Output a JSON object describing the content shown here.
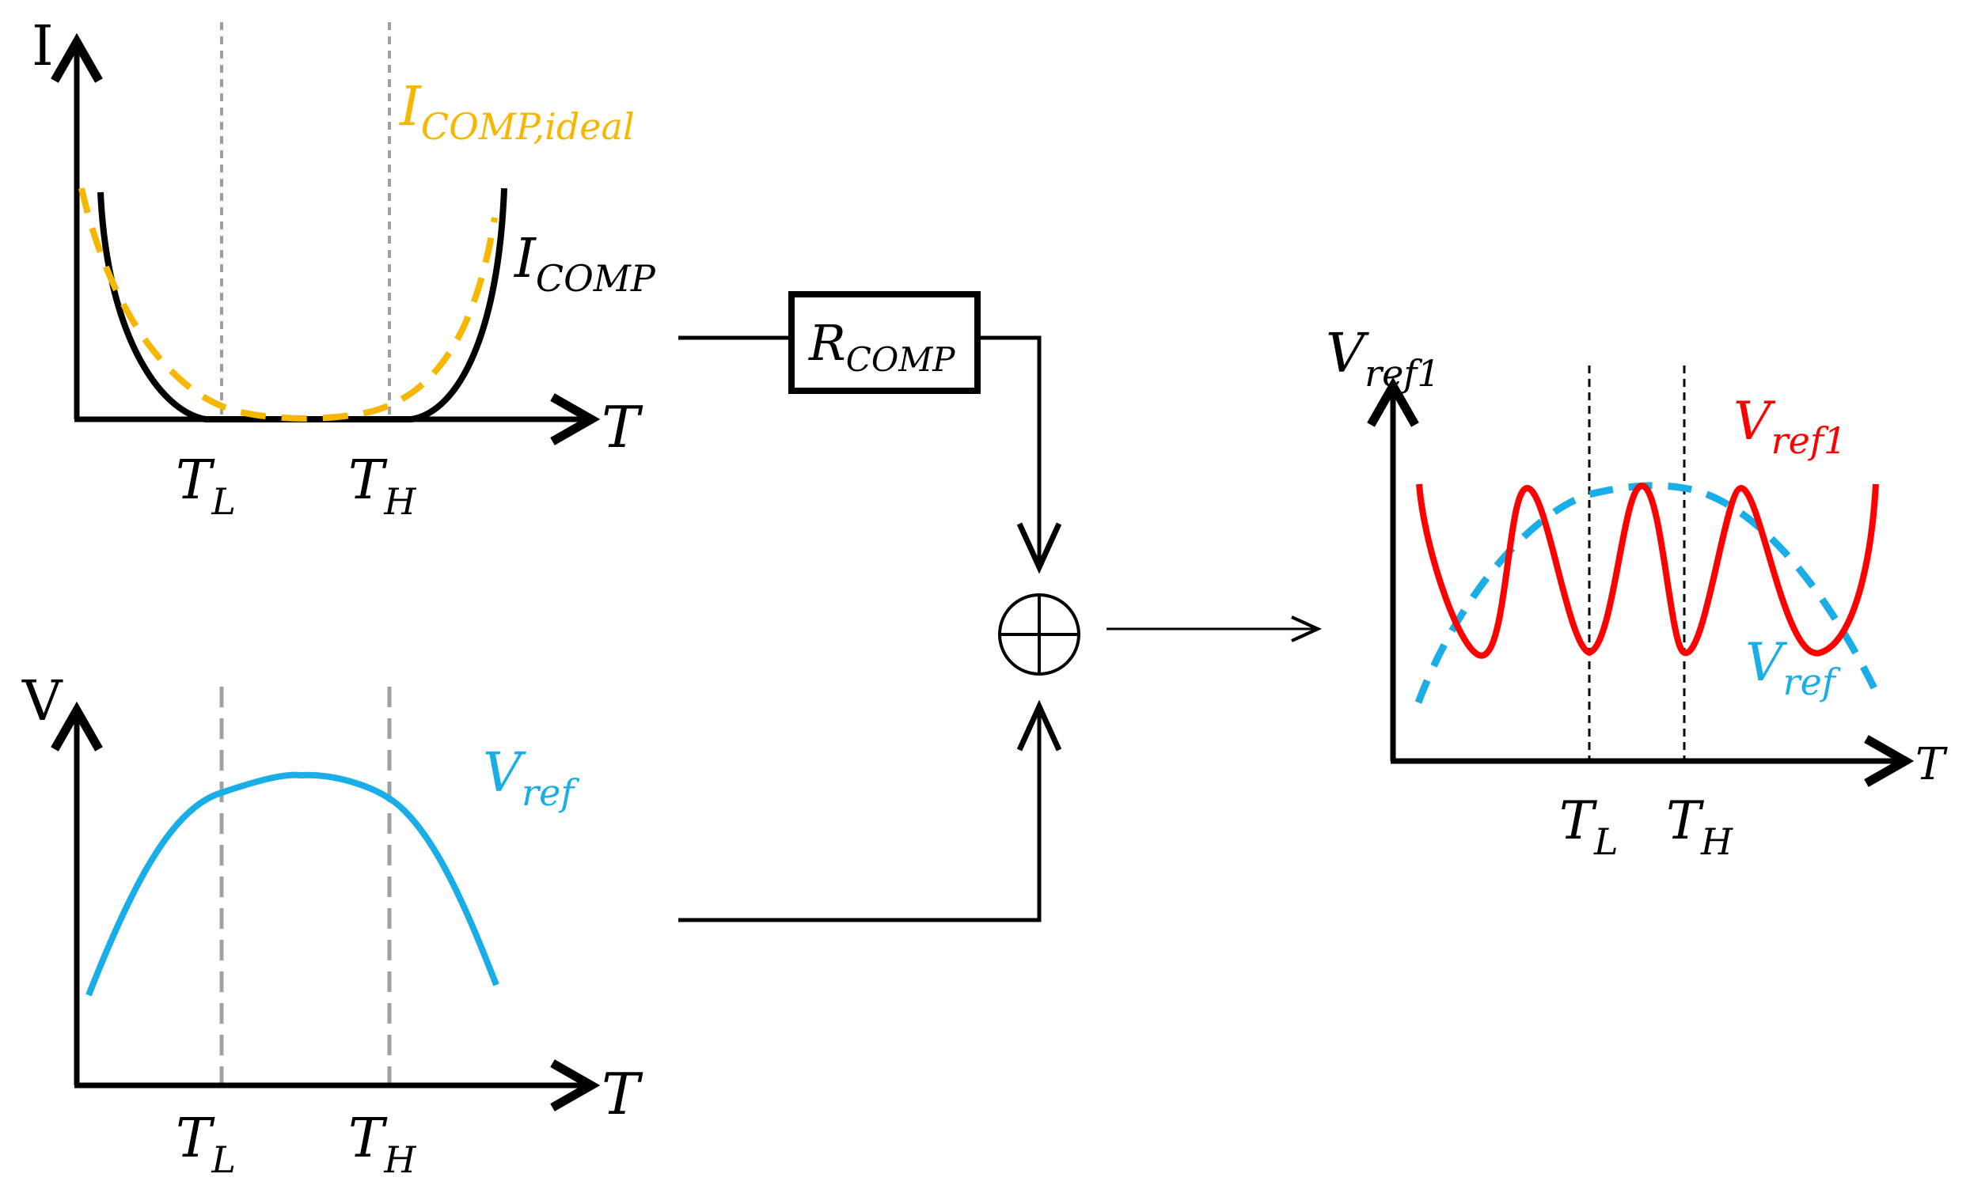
{
  "colors": {
    "axis": "#000000",
    "ideal": "#f5b700",
    "vref": "#1aaee8",
    "vref1": "#ff0000",
    "guide": "#a0a0a0",
    "guide_dark": "#000000"
  },
  "top_plot": {
    "y_axis": "I",
    "x_axis": "T",
    "tick_low": {
      "main": "T",
      "sub": "L"
    },
    "tick_high": {
      "main": "T",
      "sub": "H"
    },
    "curve_ideal": {
      "main": "I",
      "sub": "COMP,ideal"
    },
    "curve_real": {
      "main": "I",
      "sub": "COMP"
    }
  },
  "resistor": {
    "main": "R",
    "sub": "COMP"
  },
  "summer": {
    "symbol": "circle-plus-icon"
  },
  "bottom_plot": {
    "y_axis": "V",
    "x_axis": "T",
    "tick_low": {
      "main": "T",
      "sub": "L"
    },
    "tick_high": {
      "main": "T",
      "sub": "H"
    },
    "curve": {
      "main": "V",
      "sub": "ref"
    }
  },
  "result_plot": {
    "y_axis": {
      "main": "V",
      "sub": "ref1"
    },
    "x_axis": "T",
    "tick_low": {
      "main": "T",
      "sub": "L"
    },
    "tick_high": {
      "main": "T",
      "sub": "H"
    },
    "curve_red": {
      "main": "V",
      "sub": "ref1"
    },
    "curve_blue": {
      "main": "V",
      "sub": "ref"
    }
  }
}
